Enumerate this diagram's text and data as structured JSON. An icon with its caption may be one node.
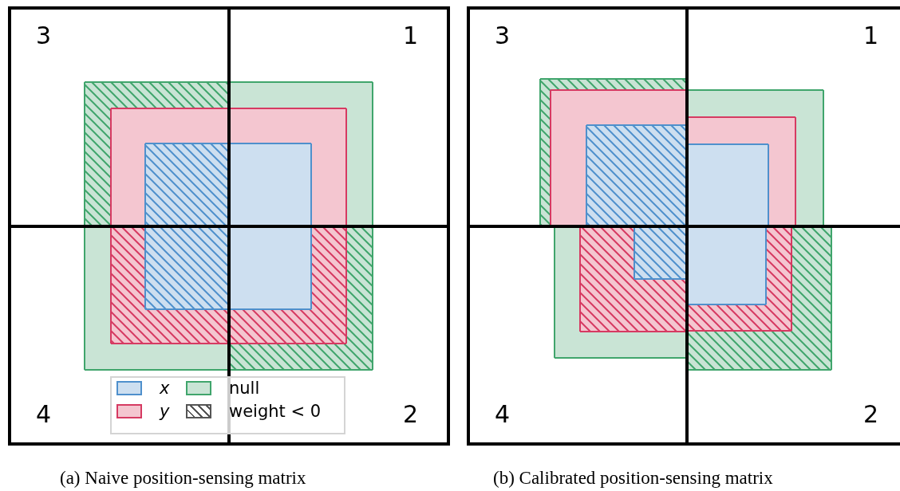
{
  "diagram": {
    "labels": [
      "3",
      "1",
      "4",
      "2",
      "3",
      "1",
      "4",
      "2",
      "(a) Naive position-sensing matrix",
      "(b) Calibrated position-sensing matrix"
    ],
    "legend": [
      {
        "text": "x",
        "color": "#cddff0"
      },
      {
        "text": "null",
        "color": "#c9e4d5"
      },
      {
        "text": "y",
        "color": "#f4c6d0"
      },
      {
        "text": "weight < 0"
      }
    ]
  }
}
